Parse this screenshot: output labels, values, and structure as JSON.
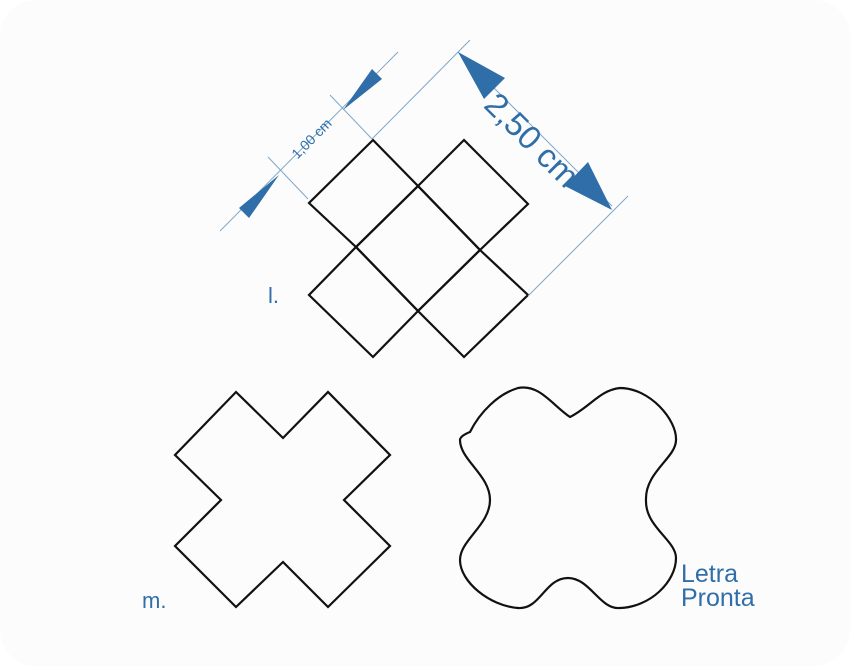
{
  "figure": {
    "label_l": "l.",
    "label_m": "m.",
    "dim_small": "1,00 cm",
    "dim_large": "2,50 cm"
  },
  "watermark": {
    "line1": "Letra",
    "line2": "Pronta"
  },
  "colors": {
    "accent": "#2f6ea8",
    "dimension_line": "#7fa7c9",
    "stroke": "#111111"
  }
}
